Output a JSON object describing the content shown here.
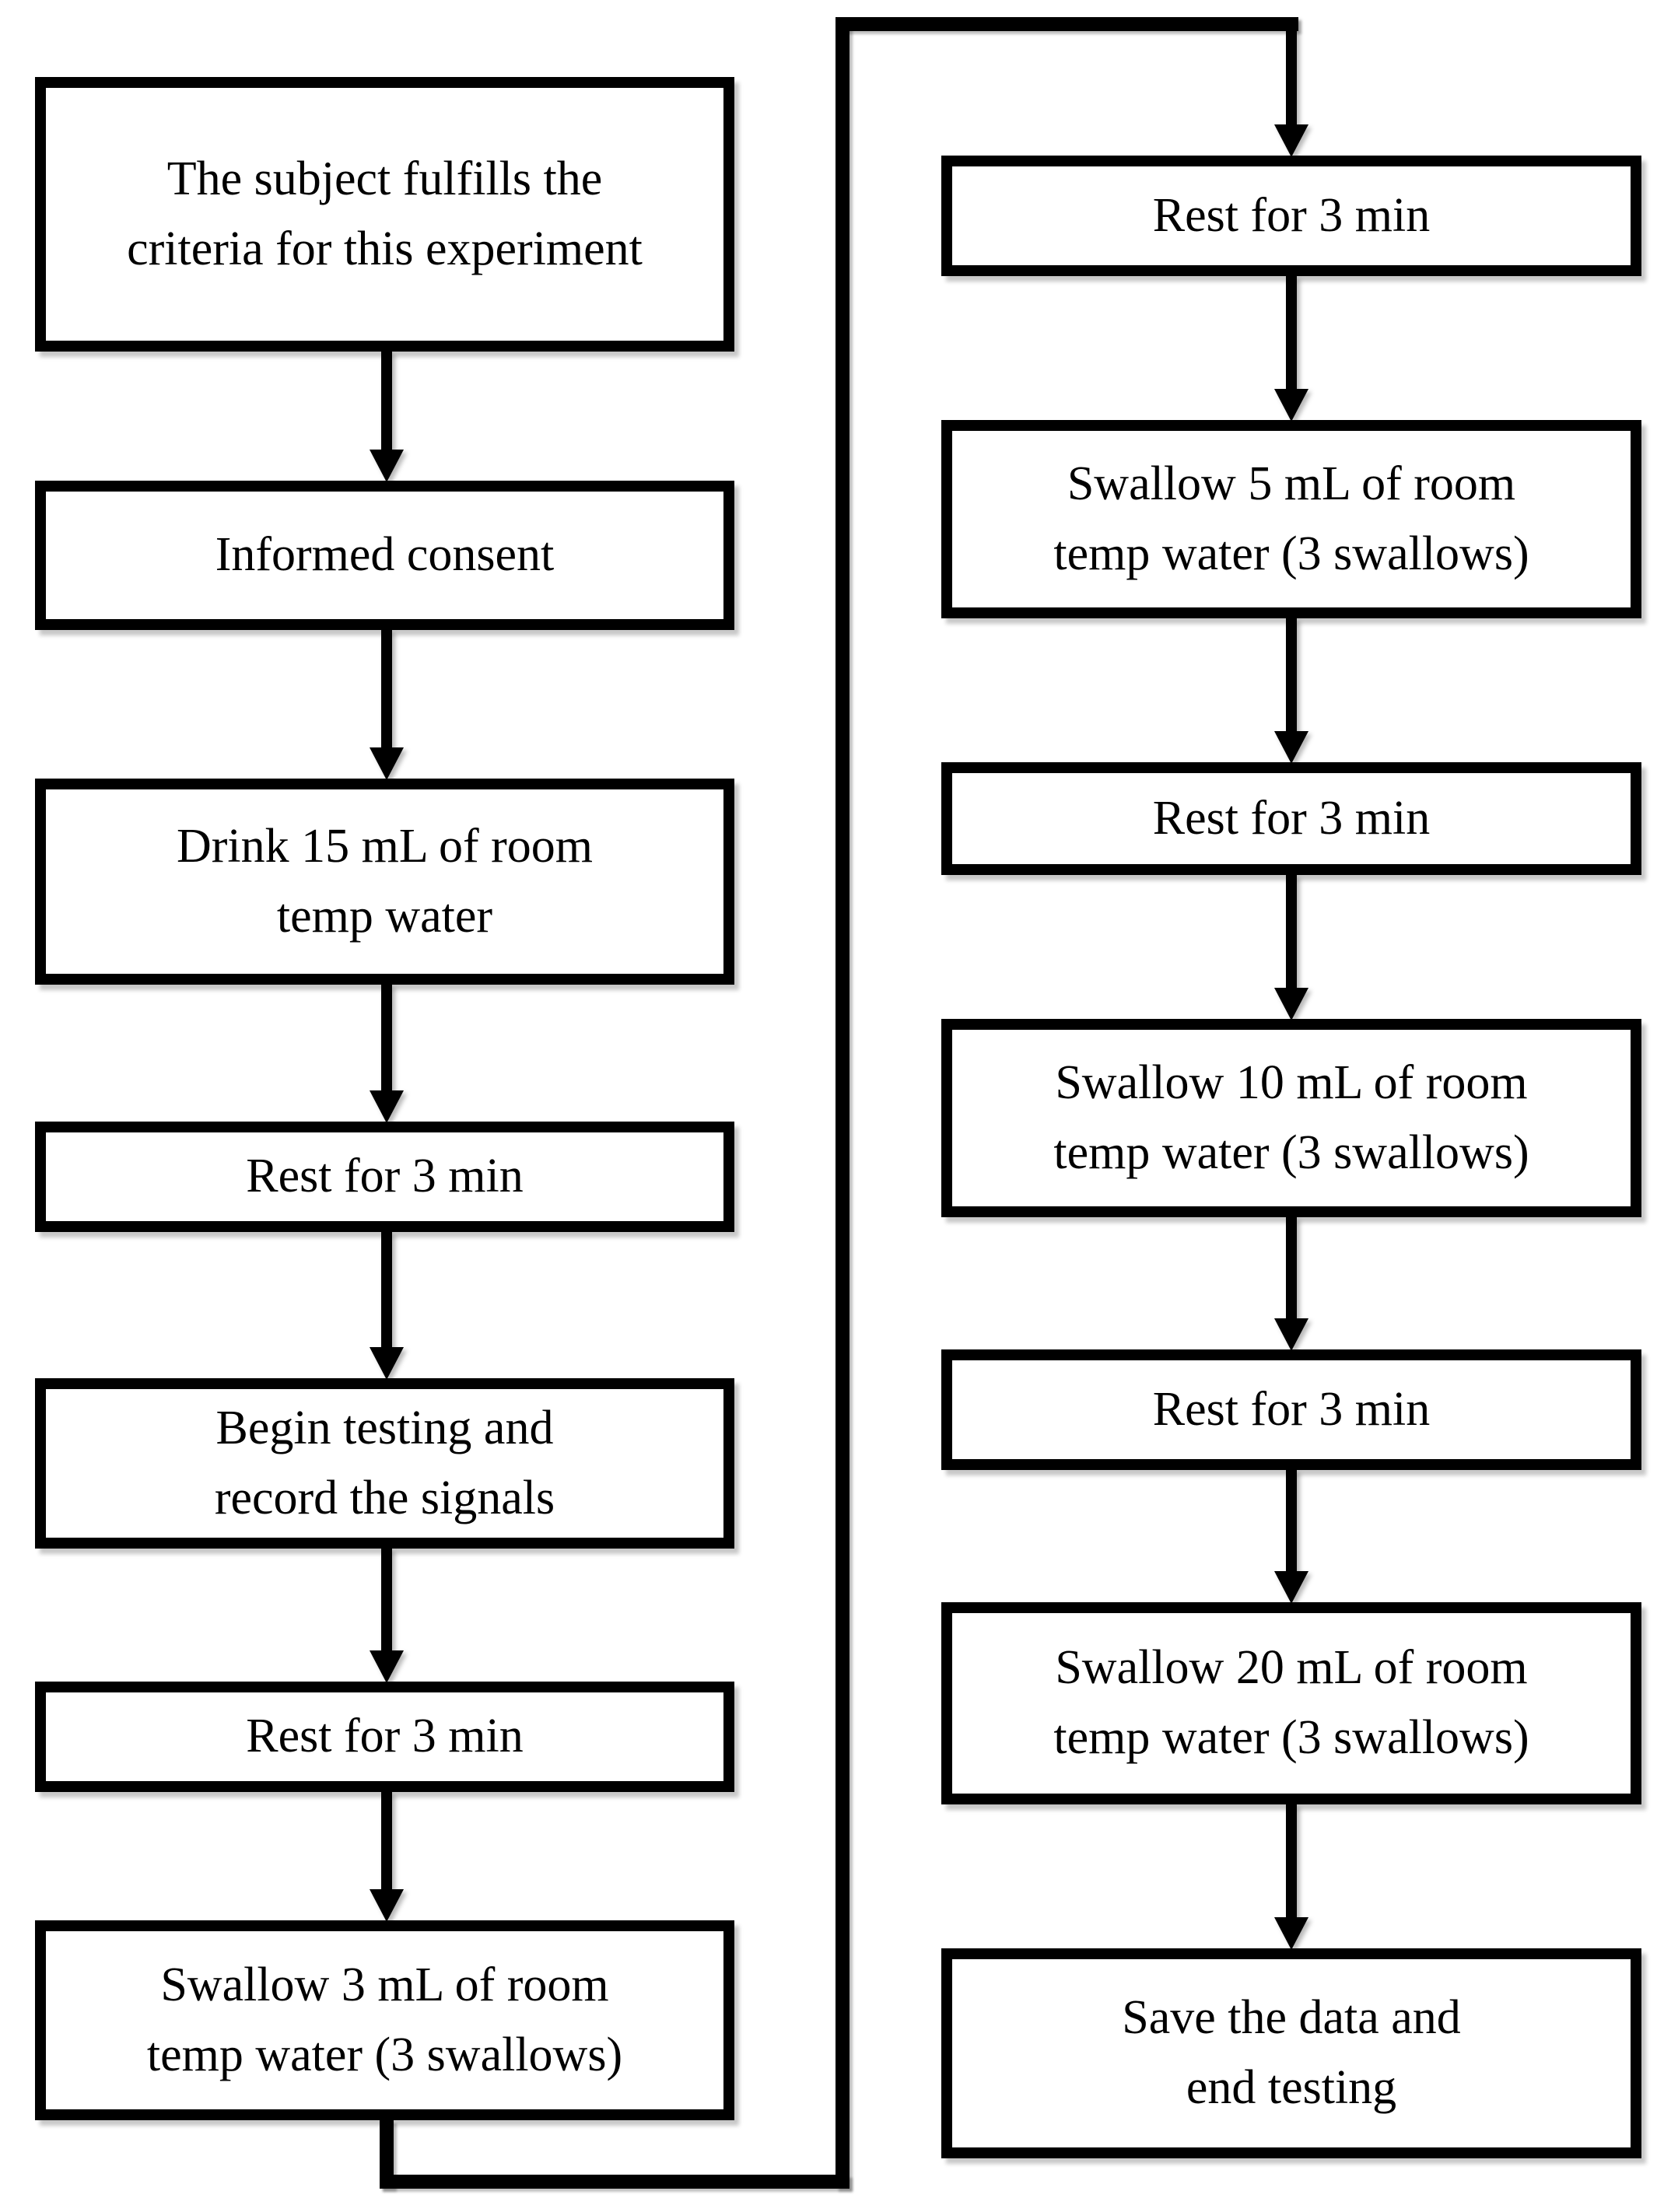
{
  "flowchart": {
    "type": "flowchart",
    "colors": {
      "line": "#000000",
      "box_border": "#000000",
      "box_fill": "#ffffff",
      "text": "#000000",
      "background": "#ffffff"
    },
    "left_column": [
      {
        "id": "L1",
        "lines": [
          "The subject fulfills the",
          "criteria for this experiment"
        ]
      },
      {
        "id": "L2",
        "lines": [
          "Informed consent"
        ]
      },
      {
        "id": "L3",
        "lines": [
          "Drink 15 mL of room",
          "temp water"
        ]
      },
      {
        "id": "L4",
        "lines": [
          "Rest for 3 min"
        ]
      },
      {
        "id": "L5",
        "lines": [
          "Begin testing and",
          "record the signals"
        ]
      },
      {
        "id": "L6",
        "lines": [
          "Rest for 3 min"
        ]
      },
      {
        "id": "L7",
        "lines": [
          "Swallow 3 mL of room",
          "temp water (3 swallows)"
        ]
      }
    ],
    "right_column": [
      {
        "id": "R1",
        "lines": [
          "Rest for 3 min"
        ]
      },
      {
        "id": "R2",
        "lines": [
          "Swallow 5 mL of room",
          "temp water (3 swallows)"
        ]
      },
      {
        "id": "R3",
        "lines": [
          "Rest for 3 min"
        ]
      },
      {
        "id": "R4",
        "lines": [
          "Swallow 10 mL of room",
          "temp water (3 swallows)"
        ]
      },
      {
        "id": "R5",
        "lines": [
          "Rest for 3 min"
        ]
      },
      {
        "id": "R6",
        "lines": [
          "Swallow 20 mL of room",
          "temp water (3 swallows)"
        ]
      },
      {
        "id": "R7",
        "lines": [
          "Save the data and",
          "end testing"
        ]
      }
    ],
    "edges": [
      {
        "from": "L1",
        "to": "L2"
      },
      {
        "from": "L2",
        "to": "L3"
      },
      {
        "from": "L3",
        "to": "L4"
      },
      {
        "from": "L4",
        "to": "L5"
      },
      {
        "from": "L5",
        "to": "L6"
      },
      {
        "from": "L6",
        "to": "L7"
      },
      {
        "from": "L7",
        "to": "R1"
      },
      {
        "from": "R1",
        "to": "R2"
      },
      {
        "from": "R2",
        "to": "R3"
      },
      {
        "from": "R3",
        "to": "R4"
      },
      {
        "from": "R4",
        "to": "R5"
      },
      {
        "from": "R5",
        "to": "R6"
      },
      {
        "from": "R6",
        "to": "R7"
      }
    ]
  }
}
